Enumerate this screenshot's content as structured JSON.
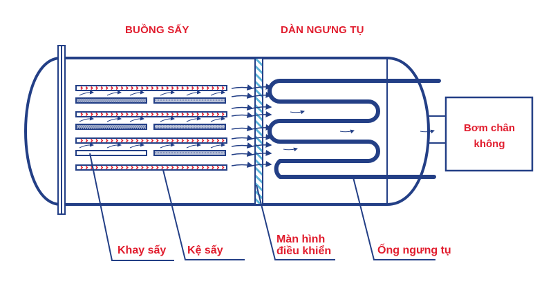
{
  "titles": {
    "drying_chamber": "BUỒNG SẤY",
    "condenser": "DÀN NGƯNG TỤ"
  },
  "pump": {
    "line1": "Bơm chân",
    "line2": "không"
  },
  "callouts": {
    "tray": "Khay sấy",
    "shelf": "Kệ sấy",
    "screen_line1": "Màn hình",
    "screen_line2": "điều khiển",
    "condenser_tube": "Ống ngưng tụ"
  },
  "colors": {
    "outline": "#233f86",
    "label": "#e11d2e",
    "hatch": "#5bb4d8",
    "heater_dot": "#e11d2e"
  }
}
